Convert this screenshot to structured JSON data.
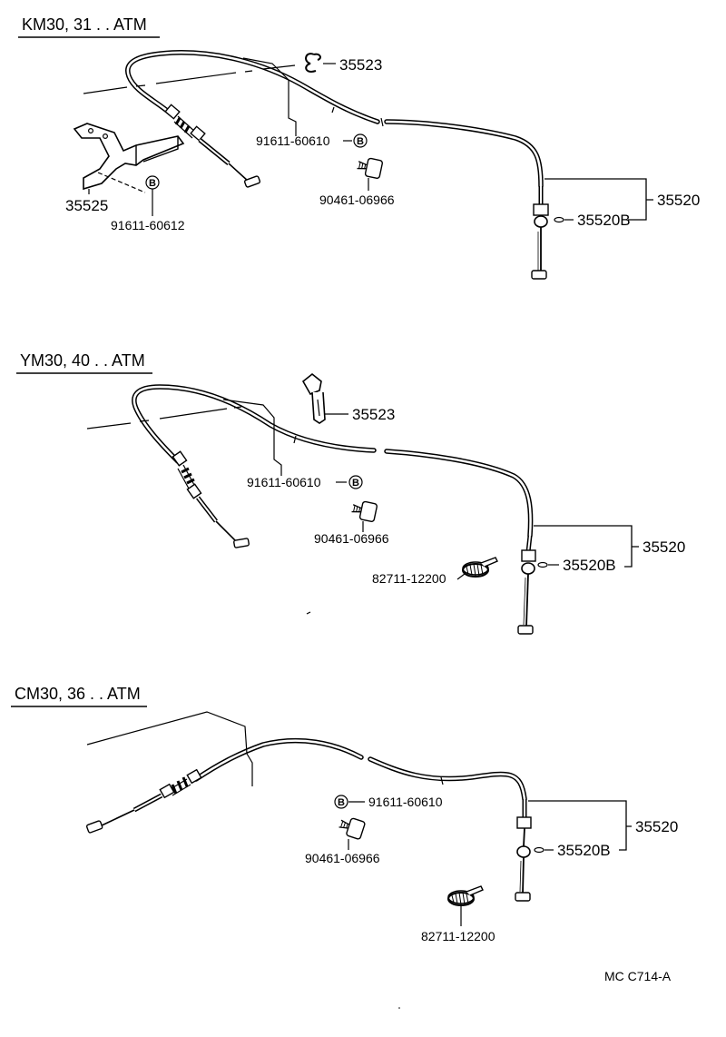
{
  "sections": [
    {
      "title": "KM30, 31 . . ATM",
      "parts": {
        "p1": "35523",
        "p2": "91611-60610",
        "p3": "90461-06966",
        "p4": "35520",
        "p5": "35520B",
        "p6": "35525",
        "p7": "91611-60612"
      }
    },
    {
      "title": "YM30, 40 . . ATM",
      "parts": {
        "p1": "35523",
        "p2": "91611-60610",
        "p3": "90461-06966",
        "p4": "35520",
        "p5": "35520B",
        "p6": "82711-12200"
      }
    },
    {
      "title": "CM30, 36 . . ATM",
      "parts": {
        "p1": "91611-60610",
        "p2": "90461-06966",
        "p3": "35520",
        "p4": "35520B",
        "p5": "82711-12200"
      }
    }
  ],
  "bolt_mark": "B",
  "figure_code": "MC  C714-A"
}
